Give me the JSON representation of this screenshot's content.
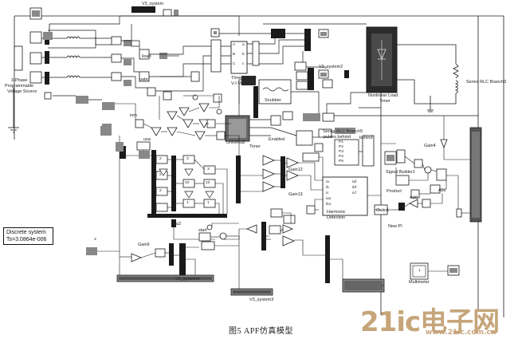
{
  "labels": {
    "v3_system": "V3_system",
    "v3_system2": "V3_system2",
    "v3_system3": "V3_system3",
    "v3_system4": "V3_system4",
    "three_phase": "Three-Phase",
    "three_phase_vi": "V-I Measure",
    "nonlinear_load": "Nonlinear Load",
    "timer": "Timer",
    "timer2": "Timer",
    "series_rlc1": "Series RLC Branch3",
    "series_rlc2": "Series RLC Branch5",
    "snubber": "Snubber",
    "universal": "Universal",
    "bridge": "Bridge",
    "enabled": "Enabled",
    "pulses_behind": "pulses behind",
    "behind": "behind",
    "gain4": "Gain4",
    "gain6": "Gain6",
    "gain12": "Gain12",
    "gain13": "Gain13",
    "signal_builder": "Signal Builder1",
    "product": "Product",
    "abs": "Abs",
    "add": "Add",
    "harmonic": "Harmonic",
    "detection": "Detection",
    "outin": "Outin1",
    "new_pi": "New PI",
    "iabc": "iabc",
    "iom": "iom",
    "usa": "usa",
    "ua2": "ua2",
    "uabc": "uabc",
    "iload": "iload",
    "start": "start",
    "prog_src1": "3-Phase",
    "prog_src2": "Programmable",
    "prog_src3": "Voltage Source",
    "multimeter": "Multimeter",
    "ia": "ia",
    "ib": "ib",
    "ic": "ic",
    "ia1": "ia1",
    "ib1": "ib1",
    "ic1": "ic1",
    "iaf": "iaf",
    "ibf": "ibf",
    "icf": "icf",
    "p1": "P1",
    "p2": "P2",
    "p3": "P3",
    "p4": "P4",
    "p5": "P5",
    "p6": "P6",
    "a": "A",
    "b": "B",
    "c": "C",
    "aa": "a",
    "bb": "b",
    "cc": "c",
    "num1": "1",
    "num2": "2",
    "num3": "3",
    "num10": "10",
    "one": "1"
  },
  "discrete": {
    "title": "Discrete system",
    "ts": "Ts=3.0864e-006"
  },
  "caption": "图5   APF仿真模型",
  "watermark": {
    "main": "21ic电子网",
    "url": "www.21ic.com.cn"
  },
  "colors": {
    "ink": "#1a1a1a",
    "block_dark": "#2b2b2b",
    "block_grey": "#8a8a8a",
    "scope": "#9a9a9a",
    "watermark": "#c6a57a"
  }
}
